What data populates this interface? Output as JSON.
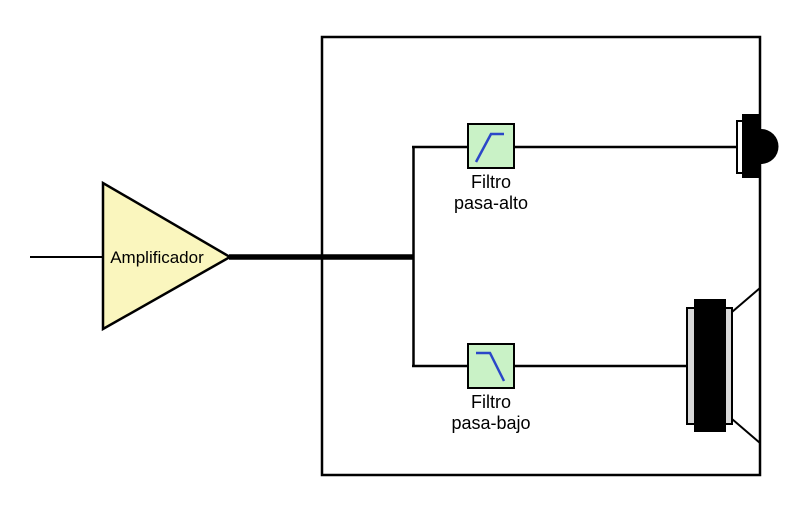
{
  "diagram": {
    "title": "loudspeaker-crossover-diagram",
    "amplifier": {
      "label": "Amplificador"
    },
    "high_pass_filter": {
      "label_line1": "Filtro",
      "label_line2": "pasa-alto",
      "icon": "high-pass-curve-icon"
    },
    "low_pass_filter": {
      "label_line1": "Filtro",
      "label_line2": "pasa-bajo",
      "icon": "low-pass-curve-icon"
    },
    "speakers": {
      "top": "tweeter",
      "bottom": "woofer"
    }
  },
  "colors": {
    "background": "#FFFFFF",
    "amplifier_fill": "#FAF6BE",
    "filter_fill": "#C9F2C6",
    "filter_curve": "#2B47C8",
    "woofer_magnet_gray": "#D9D9D9",
    "speaker_black": "#000000",
    "line": "#000000"
  }
}
